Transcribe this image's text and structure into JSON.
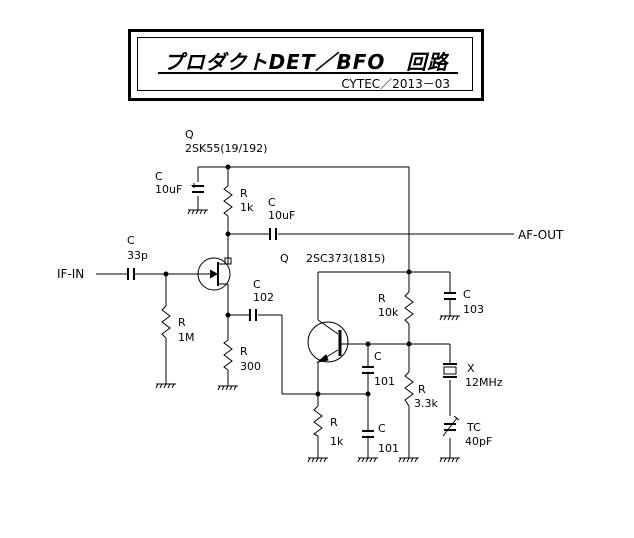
{
  "title": {
    "main": "プロダクトDET／BFO　回路",
    "sub": "CYTEC／2013－03"
  },
  "labels": {
    "q1_ref": "Q",
    "q1_part": "2SK55(19/192)",
    "c_top_ref": "C",
    "c_top_val": "10uF",
    "r_drain_ref": "R",
    "r_drain_val": "1k",
    "c_out_ref": "C",
    "c_out_val": "10uF",
    "af_out": "AF-OUT",
    "c_in_ref": "C",
    "c_in_val": "33p",
    "if_in": "IF-IN",
    "q2_ref": "Q",
    "q2_part": "2SC373(1815)",
    "c102_ref": "C",
    "c102_val": "102",
    "r_gate_ref": "R",
    "r_gate_val": "1M",
    "r_source_ref": "R",
    "r_source_val": "300",
    "r10k_ref": "R",
    "r10k_val": "10k",
    "c103_ref": "C",
    "c103_val": "103",
    "c101a_ref": "C",
    "c101a_val": "101",
    "x_ref": "X",
    "x_val": "12MHz",
    "r33_ref": "R",
    "r33_val": "3.3k",
    "r1k_ref": "R",
    "r1k_val": "1k",
    "c101b_ref": "C",
    "c101b_val": "101",
    "tc_ref": "TC",
    "tc_val": "40pF"
  }
}
